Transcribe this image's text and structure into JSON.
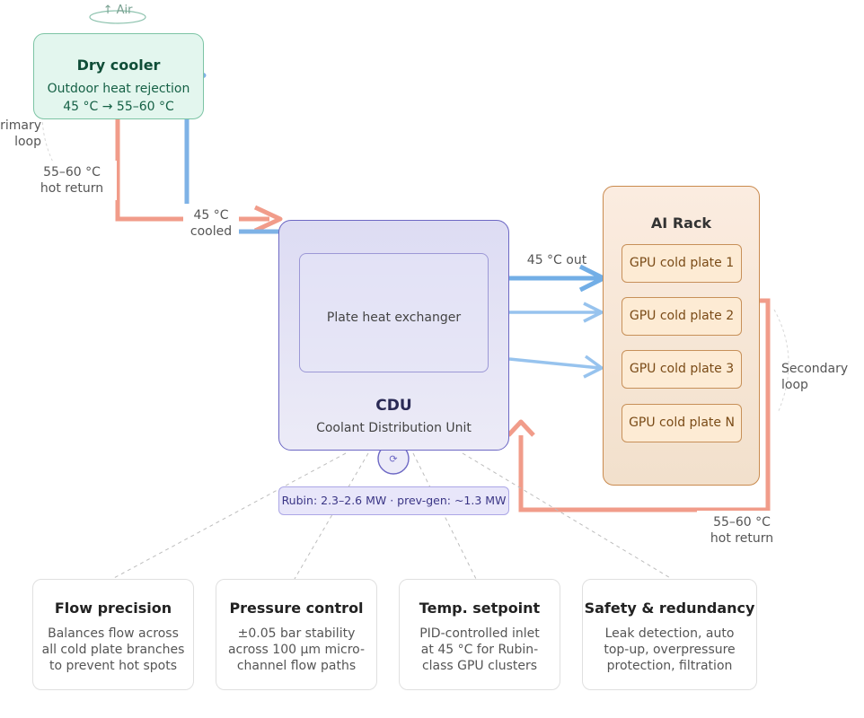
{
  "air_label": "↑ Air",
  "dry_cooler": {
    "title": "Dry cooler",
    "subtitle": "Outdoor heat rejection",
    "temps": "45 °C → 55–60 °C"
  },
  "primary_loop": {
    "line1": "rimary",
    "line2": "loop"
  },
  "hot_return_left": {
    "line1": "55–60 °C",
    "line2": "hot return"
  },
  "cooled_label": {
    "line1": "45 °C",
    "line2": "cooled"
  },
  "cdu": {
    "title": "CDU",
    "subtitle": "Coolant Distribution Unit",
    "heat_exchanger": "Plate heat exchanger",
    "pump_icon": "pump-icon",
    "spec": "Rubin: 2.3–2.6 MW · prev-gen: ~1.3 MW"
  },
  "out_label": "45 °C out",
  "rack": {
    "title": "AI Rack",
    "plates": [
      "GPU cold plate 1",
      "GPU cold plate 2",
      "GPU cold plate 3",
      "GPU cold plate N"
    ]
  },
  "secondary_loop": {
    "line1": "Secondary",
    "line2": "loop"
  },
  "hot_return_right": {
    "line1": "55–60 °C",
    "line2": "hot return"
  },
  "cards": [
    {
      "title": "Flow precision",
      "lines": [
        "Balances flow across",
        "all cold plate branches",
        "to prevent hot spots"
      ]
    },
    {
      "title": "Pressure control",
      "lines": [
        "±0.05 bar stability",
        "across 100 µm micro-",
        "channel flow paths"
      ]
    },
    {
      "title": "Temp. setpoint",
      "lines": [
        "PID-controlled inlet",
        "at 45 °C for Rubin-",
        "class GPU clusters"
      ]
    },
    {
      "title": "Safety & redundancy",
      "lines": [
        "Leak detection, auto",
        "top-up, overpressure",
        "protection, filtration"
      ]
    }
  ],
  "colors": {
    "hot": "#f19c8a",
    "cold": "#7eb2e6",
    "cdu_border": "#6d68c4",
    "rack_border": "#c98a4e"
  }
}
